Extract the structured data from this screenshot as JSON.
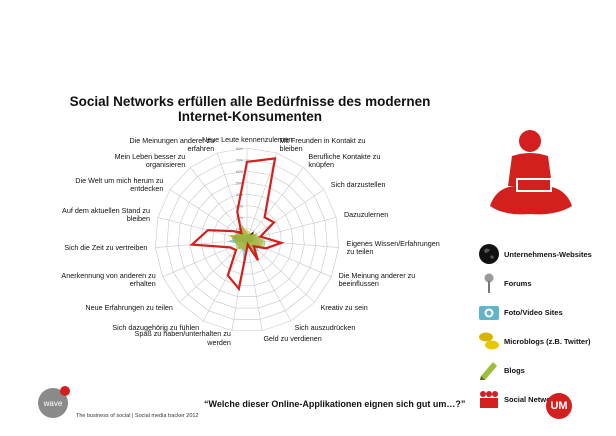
{
  "title": {
    "line1": "Social Networks erfüllen alle Bedürfnisse des modernen",
    "line2": "Internet-Konsumenten"
  },
  "question": "“Welche dieser Online-Applikationen  eignen sich gut um…?”",
  "footer": "The business of social | Social media tracker 2012",
  "logos": {
    "wave": "wave",
    "um": "UM"
  },
  "colors": {
    "social_networks": "#d3201e",
    "corporate_websites": "#111111",
    "forums": "#9a9a9a",
    "photo_video": "#5fb6c9",
    "microblogs": "#d7b400",
    "blogs": "#9bbf3b"
  },
  "legend": [
    {
      "label": "Unternehmens-Websites",
      "icon": "globe-icon"
    },
    {
      "label": "Forums",
      "icon": "pushpin-icon"
    },
    {
      "label": "Foto/Video Sites",
      "icon": "camera-icon"
    },
    {
      "label": "Microblogs (z.B. Twitter)",
      "icon": "speech-bubbles-icon"
    },
    {
      "label": "Blogs",
      "icon": "pencil-icon"
    },
    {
      "label": "Social Networks",
      "icon": "people-icon"
    }
  ],
  "chart_data": {
    "type": "radar",
    "title": "Social Networks erfüllen alle Bedürfnisse des modernen Internet-Konsumenten",
    "rlim": [
      0,
      80
    ],
    "ticks": [
      "0%",
      "10%",
      "20%",
      "30%",
      "40%",
      "50%",
      "60%",
      "70%",
      "80%"
    ],
    "grid": true,
    "categories": [
      "Neue Leute kennenzulernen",
      "Mit Freunden in Kontakt zu\nbleiben",
      "Berufliche Kontakte zu\nknüpfen",
      "Sich darzustellen",
      "Dazuzulernen",
      "Eigenes Wissen/Erfahrungen\nzu teilen",
      "Die Meinung anderer zu\nbeeinflussen",
      "Kreativ zu sein",
      "Sich auszudrücken",
      "Geld zu verdienen",
      "Spaß zu haben/unterhalten zu\nwerden",
      "Sich dazugehörig zu fühlen",
      "Neue Erfahrungen zu teilen",
      "Anerkennung von anderen zu\nerhalten",
      "Sich die Zeit zu vertreiben",
      "Auf dem aktuellen Stand zu\nbleiben",
      "Die Welt um mich herum zu\nentdecken",
      "Mein Leben besser zu\norganisieren",
      "Die Meinungen anderer zu\nerfahren"
    ],
    "series": [
      {
        "name": "Unternehmens-Websites",
        "values": [
          5,
          4,
          9,
          6,
          5,
          6,
          4,
          3,
          4,
          6,
          6,
          3,
          4,
          4,
          10,
          12,
          8,
          10,
          4
        ]
      },
      {
        "name": "Forums",
        "values": [
          6,
          5,
          4,
          5,
          10,
          14,
          13,
          6,
          8,
          3,
          8,
          9,
          8,
          9,
          12,
          14,
          9,
          5,
          13
        ]
      },
      {
        "name": "Foto/Video Sites",
        "values": [
          4,
          6,
          3,
          10,
          6,
          9,
          8,
          13,
          12,
          3,
          17,
          8,
          10,
          7,
          16,
          8,
          12,
          4,
          6
        ]
      },
      {
        "name": "Microblogs (z.B. Twitter)",
        "values": [
          8,
          7,
          6,
          9,
          8,
          10,
          12,
          6,
          10,
          3,
          7,
          8,
          9,
          9,
          9,
          16,
          8,
          5,
          11
        ]
      },
      {
        "name": "Blogs",
        "values": [
          5,
          4,
          5,
          8,
          12,
          16,
          16,
          10,
          14,
          4,
          10,
          8,
          12,
          10,
          11,
          13,
          10,
          6,
          14
        ]
      },
      {
        "name": "Social Networks",
        "values": [
          68,
          75,
          25,
          28,
          12,
          30,
          18,
          8,
          20,
          4,
          43,
          35,
          13,
          16,
          48,
          35,
          14,
          8,
          26
        ]
      }
    ]
  }
}
